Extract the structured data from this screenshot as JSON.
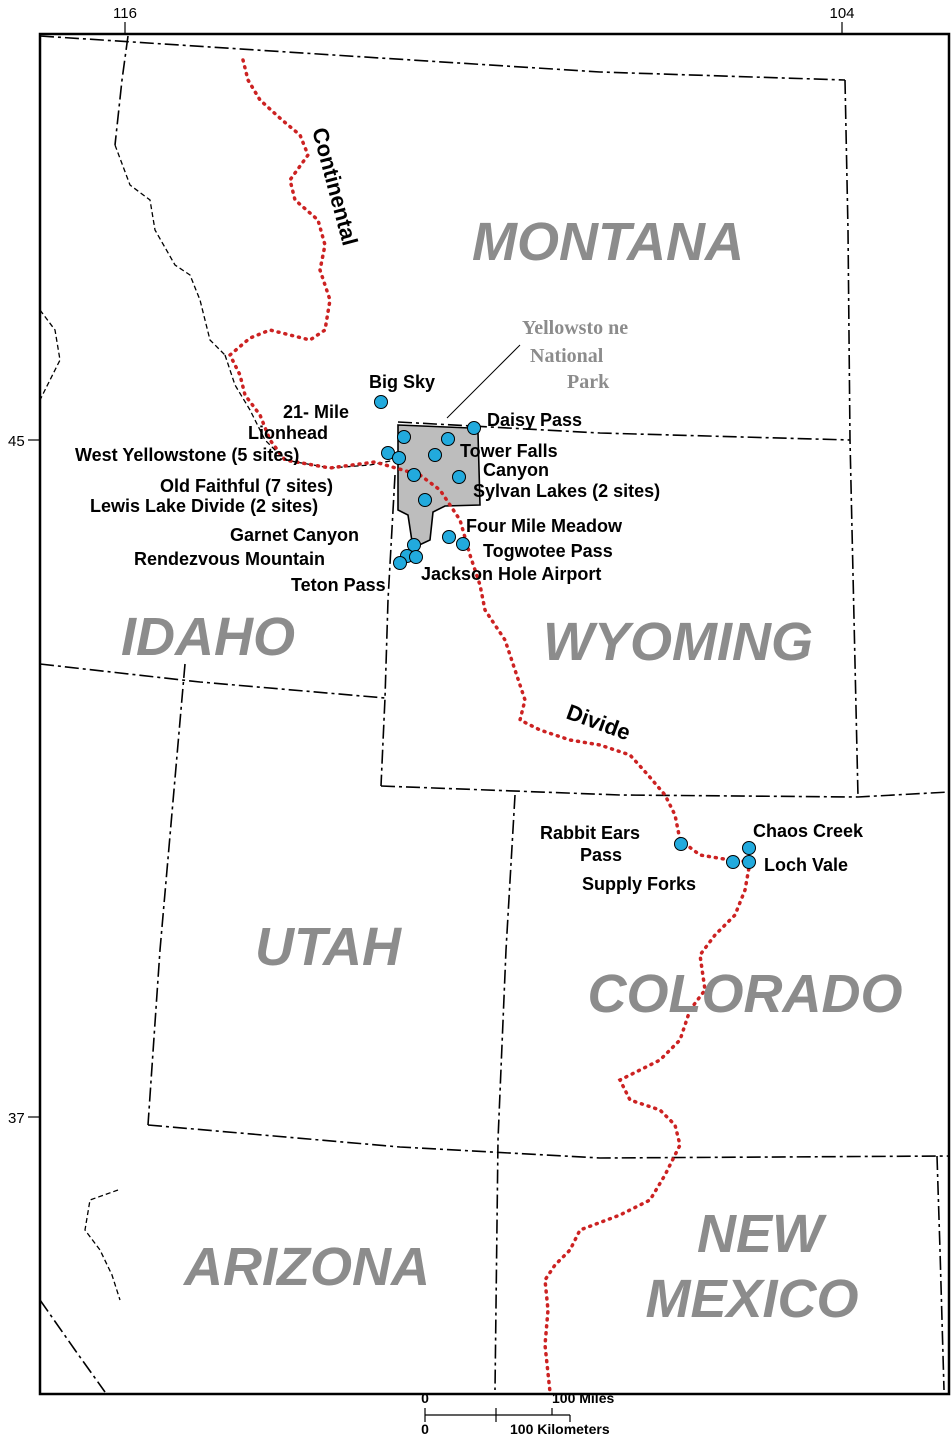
{
  "longitude_labels": [
    "116",
    "104"
  ],
  "latitude_labels": [
    "45",
    "37"
  ],
  "states": [
    "MONTANA",
    "IDAHO",
    "WYOMING",
    "UTAH",
    "COLORADO",
    "ARIZONA",
    "NEW",
    "MEXICO"
  ],
  "divide_labels": [
    "Continental",
    "Divide"
  ],
  "park_label": [
    "Yellowsto ne",
    "National",
    "Park"
  ],
  "sites": [
    "Big Sky",
    "21- Mile",
    "Lionhead",
    "West Yellowstone (5 sites)",
    "Old Faithful (7 sites)",
    "Lewis Lake Divide (2 sites)",
    "Garnet Canyon",
    "Rendezvous Mountain",
    "Teton Pass",
    "Daisy Pass",
    "Tower Falls",
    "Canyon",
    "Sylvan Lakes (2 sites)",
    "Four Mile Meadow",
    "Togwotee Pass",
    "Jackson Hole Airport",
    "Rabbit Ears",
    "Pass",
    "Supply Forks",
    "Chaos Creek",
    "Loch Vale"
  ],
  "scale_bar": {
    "zero_miles": "0",
    "miles_label": "100 Miles",
    "zero_km": "0",
    "km_label": "100 Kilometers"
  },
  "colors": {
    "site_marker": "#22aadd",
    "divide_line": "#cc2222",
    "state_label": "#8c8c8c",
    "park_fill": "#bdbdbd"
  }
}
